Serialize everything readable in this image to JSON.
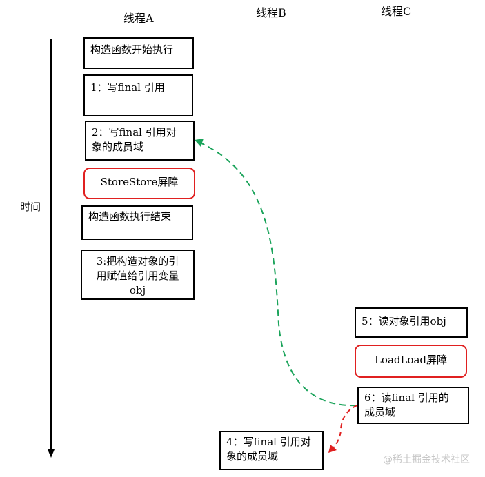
{
  "headers": {
    "thread_a": "线程A",
    "thread_b": "线程B",
    "thread_c": "线程C"
  },
  "time_label": "时间",
  "thread_a_steps": {
    "ctor_start": "构造函数开始执行",
    "step1": "1：写final 引用",
    "step2": "2：写final 引用对\n象的成员域",
    "storestore": "StoreStore屏障",
    "ctor_end": "构造函数执行结束",
    "step3": "3:把构造对象的引\n用赋值给引用变量\nobj"
  },
  "thread_c_steps": {
    "step5": "5：读对象引用obj",
    "loadload": "LoadLoad屏障",
    "step6": "6：读final 引用的\n成员域"
  },
  "thread_b_steps": {
    "step4": "4：写final 引用对\n象的成员域"
  },
  "colors": {
    "green_arrow": "#1aa35a",
    "red_arrow": "#e02020",
    "barrier_border": "#e02020"
  },
  "watermark": "@稀土掘金技术社区"
}
